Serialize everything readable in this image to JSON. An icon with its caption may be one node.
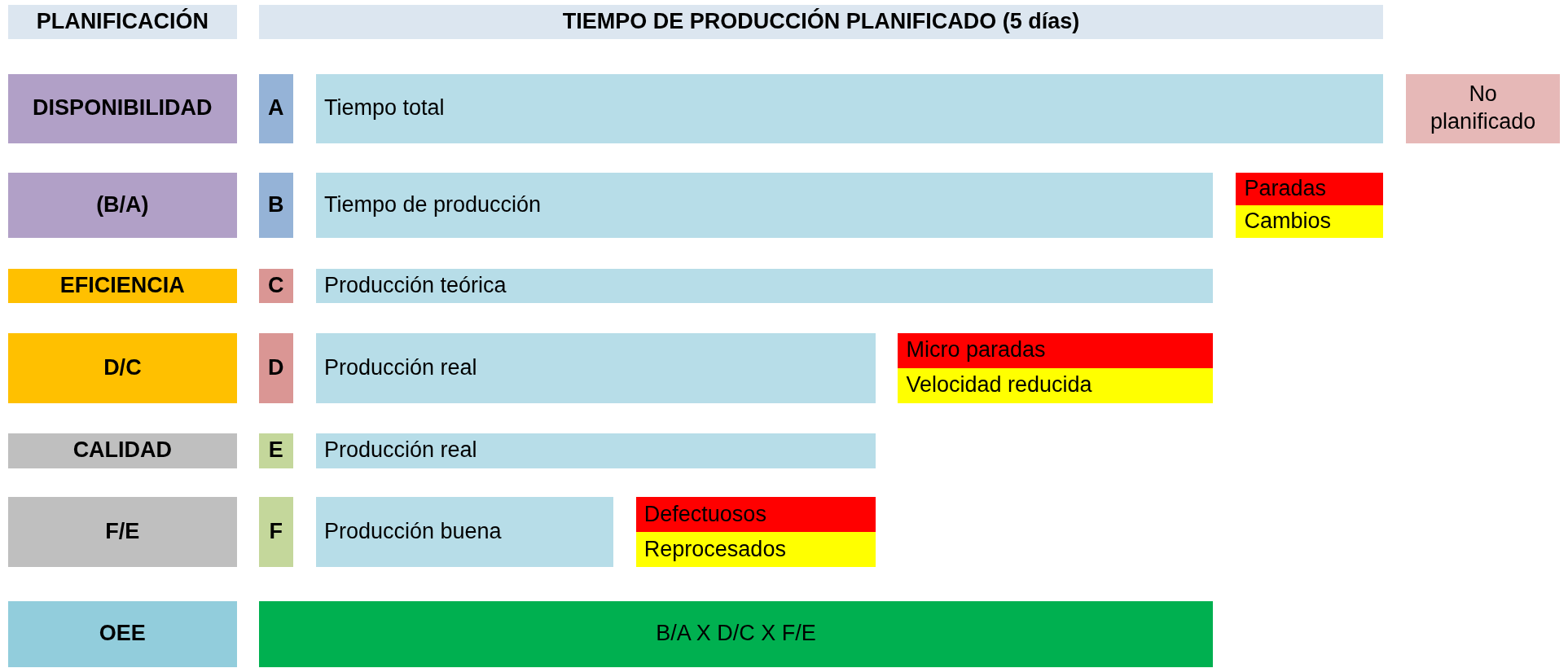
{
  "diagram": {
    "nodes": [
      {
        "text": [
          "PLANIFICACIÓN"
        ]
      },
      {
        "text": [
          "TIEMPO DE PRODUCCIÓN PLANIFICADO (5 días)"
        ]
      },
      {
        "text": [
          "DISPONIBILIDAD"
        ]
      },
      {
        "text": [
          "A"
        ]
      },
      {
        "text": [
          "Tiempo total"
        ]
      },
      {
        "text": [
          "No planificado"
        ]
      },
      {
        "text": [
          "(B/A)"
        ]
      },
      {
        "text": [
          "B"
        ]
      },
      {
        "text": [
          "Tiempo de producción"
        ]
      },
      {
        "text": [
          "Paradas"
        ]
      },
      {
        "text": [
          "Cambios"
        ]
      },
      {
        "text": [
          "EFICIENCIA"
        ]
      },
      {
        "text": [
          "C"
        ]
      },
      {
        "text": [
          "Producción teórica"
        ]
      },
      {
        "text": [
          "D/C"
        ]
      },
      {
        "text": [
          "D"
        ]
      },
      {
        "text": [
          "Producción real"
        ]
      },
      {
        "text": [
          "Micro paradas"
        ]
      },
      {
        "text": [
          "Velocidad reducida"
        ]
      },
      {
        "text": [
          "CALIDAD"
        ]
      },
      {
        "text": [
          "E"
        ]
      },
      {
        "text": [
          "Producción real"
        ]
      },
      {
        "text": [
          "F/E"
        ]
      },
      {
        "text": [
          "F"
        ]
      },
      {
        "text": [
          "Producción buena"
        ]
      },
      {
        "text": [
          "Defectuosos"
        ]
      },
      {
        "text": [
          "Reprocesados"
        ]
      },
      {
        "text": [
          "OEE"
        ]
      },
      {
        "text": [
          "B/A X D/C X F/E"
        ]
      }
    ]
  }
}
